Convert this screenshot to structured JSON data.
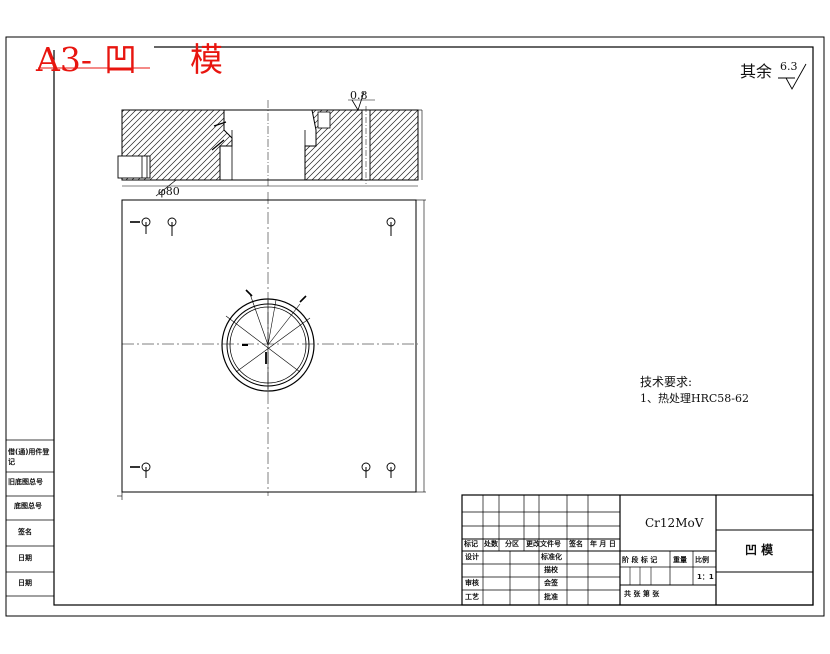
{
  "sheet": {
    "size_label": "A3-",
    "part_title": "凹  模",
    "roughness_prefix": "其余",
    "roughness_value": "6.3"
  },
  "section_view": {
    "roughness_value": "0.8",
    "diameter_label": "φ80"
  },
  "tech_requirements": {
    "heading": "技术要求:",
    "items": [
      "1、热处理HRC58-62"
    ]
  },
  "title_block": {
    "material": "Cr12MoV",
    "part_name": "凹  模",
    "scale": "1：1",
    "revision_headers": [
      "标记",
      "处数",
      "分区",
      "更改文件号",
      "签名",
      "年 月 日"
    ],
    "left_rows": [
      "设计",
      "审核",
      "工艺"
    ],
    "middle_rows": [
      "标准化",
      "描校",
      "会签",
      "批准"
    ],
    "stage_headers": [
      "阶 段 标 记",
      "重量",
      "比例"
    ],
    "sheet_count": "共  张  第  张"
  },
  "side_block": {
    "rows": [
      "借(通)用件登记",
      "旧底图总号",
      "底图总号",
      "签名",
      "日期",
      "日期"
    ]
  }
}
